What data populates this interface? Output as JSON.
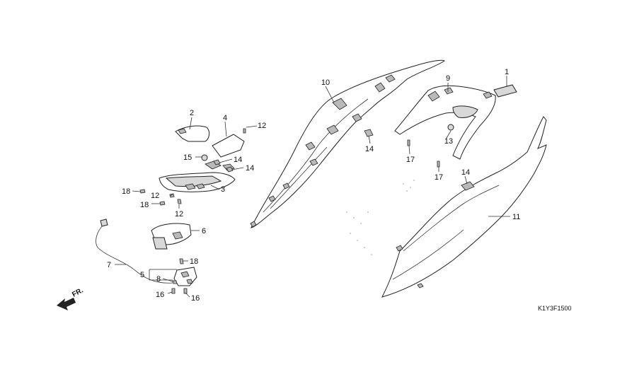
{
  "labels": [
    "1",
    "2",
    "3",
    "4",
    "5",
    "6",
    "7",
    "8",
    "9",
    "10",
    "11",
    "12",
    "12",
    "12",
    "13",
    "14",
    "14",
    "14",
    "14",
    "15",
    "16",
    "16",
    "17",
    "17",
    "18",
    "18",
    "18"
  ],
  "diagram_code": "K1Y3F1500",
  "direction_label": "FR."
}
